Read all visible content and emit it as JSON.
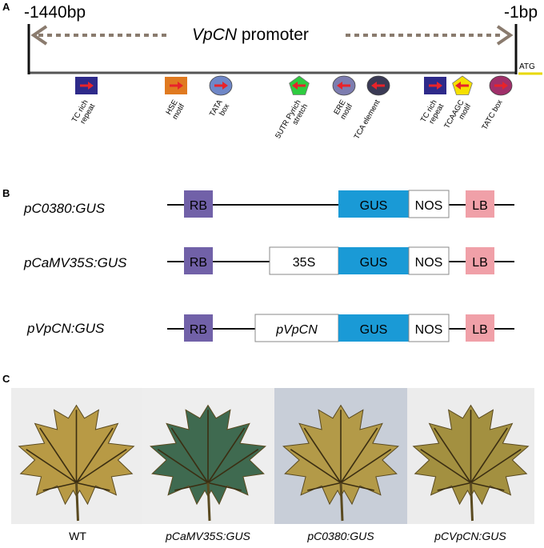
{
  "panel_a": {
    "letter": "A",
    "left_bp": "-1440bp",
    "right_bp": "-1bp",
    "promoter_italic": "VpCN",
    "promoter_word": " promoter",
    "atg": "ATG",
    "elements": [
      {
        "name": "tc-rich-repeat-1",
        "lines": [
          "TC rich",
          "repeat"
        ],
        "shape": "square",
        "color": "#2e2a8a",
        "dir": "right"
      },
      {
        "name": "hse-motif",
        "lines": [
          "HSE",
          "motif"
        ],
        "shape": "square",
        "color": "#e07a20",
        "dir": "right"
      },
      {
        "name": "tata-box",
        "lines": [
          "TATA",
          "box"
        ],
        "shape": "circle",
        "color": "#6f87c7",
        "dir": "right"
      },
      {
        "name": "5utr-pyrich-stretch",
        "lines": [
          "5UTR Pyrich",
          "stretch"
        ],
        "shape": "pentagon",
        "color": "#2ecc40",
        "dir": "left"
      },
      {
        "name": "ere-motif",
        "lines": [
          "ERE",
          "motif"
        ],
        "shape": "circle",
        "color": "#7d7db0",
        "dir": "left"
      },
      {
        "name": "tca-element",
        "lines": [
          "TCA element"
        ],
        "shape": "circle",
        "color": "#3a3a55",
        "dir": "left"
      },
      {
        "name": "tc-rich-repeat-2",
        "lines": [
          "TC rich",
          "repeat"
        ],
        "shape": "square",
        "color": "#2e2a8a",
        "dir": "right"
      },
      {
        "name": "tcaagc-motif",
        "lines": [
          "TCAAGC",
          "motif"
        ],
        "shape": "pentagon",
        "color": "#f5e000",
        "dir": "left"
      },
      {
        "name": "tatc-box",
        "lines": [
          "TATC box"
        ],
        "shape": "circle",
        "color": "#a0306a",
        "dir": "right"
      }
    ]
  },
  "panel_b": {
    "letter": "B",
    "constructs": [
      {
        "name": "pC0380:GUS",
        "blocks": [
          "RB",
          "GUS",
          "NOS",
          "LB"
        ],
        "promoter": ""
      },
      {
        "name": "pCaMV35S:GUS",
        "blocks": [
          "RB",
          "35S",
          "GUS",
          "NOS",
          "LB"
        ],
        "promoter": "35S"
      },
      {
        "name": "pVpCN:GUS",
        "blocks": [
          "RB",
          "pVpCN",
          "GUS",
          "NOS",
          "LB"
        ],
        "promoter": "pVpCN"
      }
    ],
    "colors": {
      "rb": "#7161a8",
      "gus": "#1a9ad6",
      "lb": "#f0a0a8"
    }
  },
  "panel_c": {
    "letter": "C",
    "captions": [
      "WT",
      "pCaMV35S:GUS",
      "pC0380:GUS",
      "pCVpCN:GUS"
    ],
    "leaf_colors": [
      "#b89a45",
      "#3f6a50",
      "#b39a48",
      "#a39040"
    ],
    "bg_colors": [
      "#ededed",
      "#eeeeee",
      "#c8ced8",
      "#ececec"
    ]
  }
}
